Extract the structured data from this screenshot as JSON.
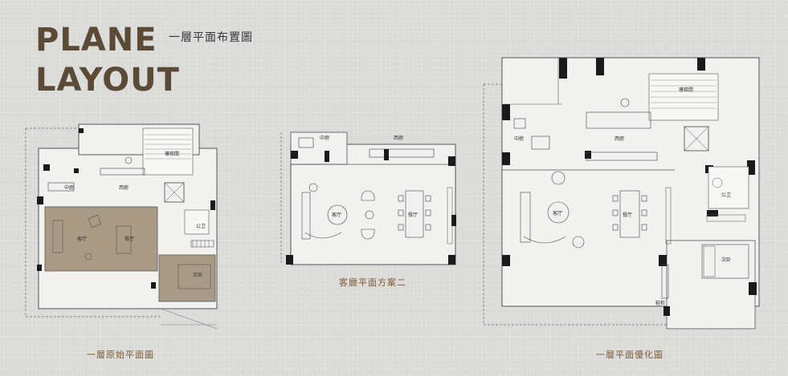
{
  "header": {
    "title_line1": "PLANE",
    "title_line2": "LAYOUT",
    "subtitle": "一層平面布置圖"
  },
  "plans": {
    "original": {
      "caption": "一層原始平面圖",
      "rooms": {
        "stair": "樓梯間",
        "kitchen_cn": "中廚",
        "kitchen_west": "西廚",
        "living": "客厅",
        "dining": "餐厅",
        "bath": "公卫",
        "bedroom": "次卧"
      }
    },
    "option2": {
      "caption": "客廳平面方案二",
      "rooms": {
        "kitchen_cn": "中廚",
        "kitchen_west": "西廚",
        "living": "客厅",
        "dining": "餐厅"
      }
    },
    "optimized": {
      "caption": "一層平面優化圖",
      "rooms": {
        "stair": "樓梯間",
        "kitchen_cn": "中廚",
        "kitchen_west": "西廚",
        "living": "客厅",
        "dining": "餐厅",
        "bath": "公卫",
        "bedroom": "次卧",
        "shoe_cabinet": "鞋柜"
      }
    }
  }
}
